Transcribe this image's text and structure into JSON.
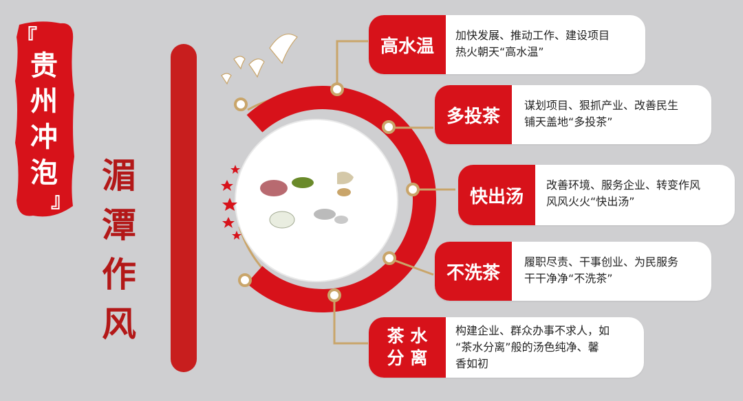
{
  "left_banner": {
    "bracket_open": "『",
    "chars": [
      "贵",
      "州",
      "冲",
      "泡"
    ],
    "bracket_close": "』"
  },
  "vertical_title": [
    "湄",
    "潭",
    "作",
    "风"
  ],
  "items": [
    {
      "tag": "高水温",
      "lines": [
        "加快发展、推动工作、建设项目",
        "热火朝天“高水温”"
      ]
    },
    {
      "tag": "多投茶",
      "lines": [
        "谋划项目、狠抓产业、改善民生",
        "铺天盖地“多投茶”"
      ]
    },
    {
      "tag": "快出汤",
      "lines": [
        "改善环境、服务企业、转变作风",
        "风风火火“快出汤”"
      ]
    },
    {
      "tag": "不洗茶",
      "lines": [
        "履职尽责、干事创业、为民服务",
        "干干净净“不洗茶”"
      ]
    },
    {
      "tag_lines": [
        "茶 水",
        "分 离"
      ],
      "lines": [
        "构建企业、群众办事不求人，如",
        "“茶水分离”般的汤色纯净、馨",
        "香如初"
      ]
    }
  ],
  "colors": {
    "red": "#d7121a",
    "gold": "#c9a56a",
    "bg": "#cfcfd1"
  }
}
